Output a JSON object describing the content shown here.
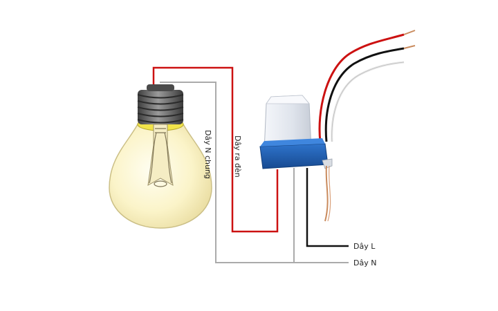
{
  "labels": {
    "common_neutral": "Dây N chung",
    "lamp_output": "Dây ra đèn",
    "live_wire": "Dây L",
    "neutral_wire": "Dây N"
  },
  "colors": {
    "live": "#cc1111",
    "neutral": "#aaaaaa",
    "line_black": "#111111",
    "sensor_blue": "#1f5fb3",
    "sensor_cap": "#e8ecf3",
    "bulb_glass": "#fbf4c9",
    "bulb_base": "#5a5a5a"
  },
  "icons": {
    "bulb": "light-bulb-icon",
    "sensor": "photocell-sensor-icon"
  }
}
